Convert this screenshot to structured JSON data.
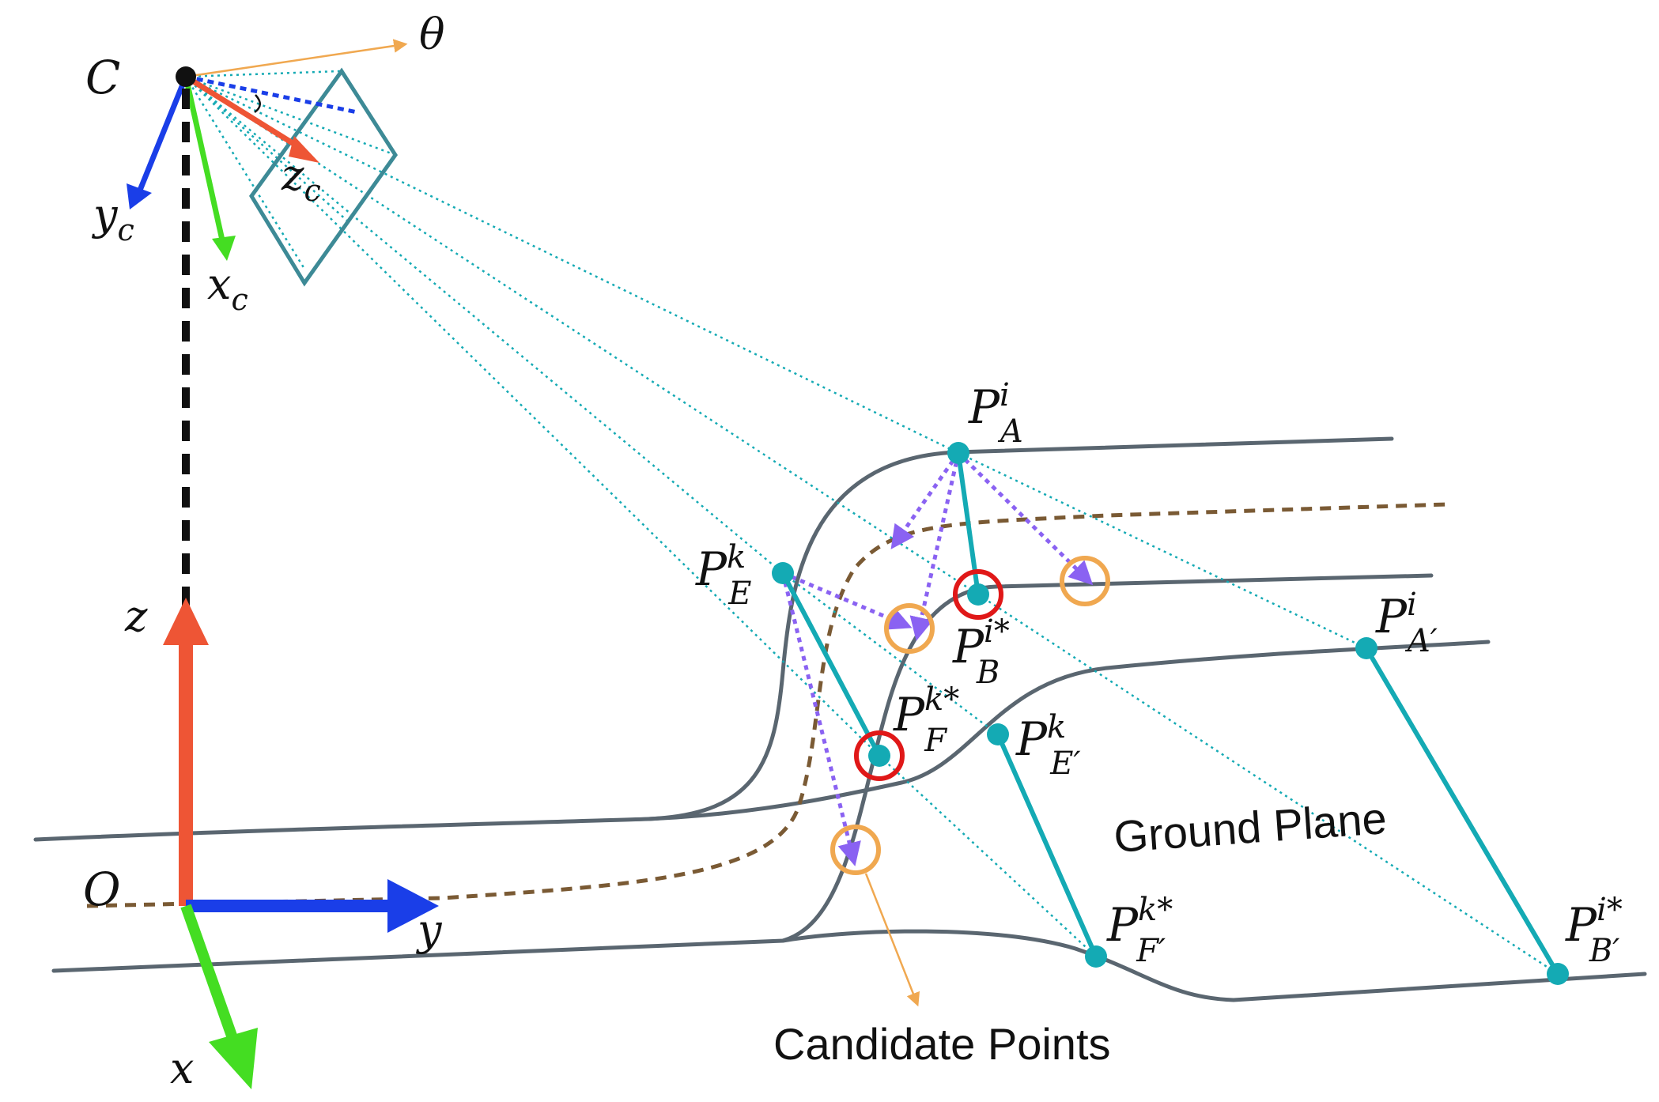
{
  "camera": {
    "label": "C",
    "theta": "θ",
    "axis_y": "y",
    "axis_y_sub": "c",
    "axis_x": "x",
    "axis_x_sub": "c",
    "axis_z": "z",
    "axis_z_sub": "c"
  },
  "world": {
    "origin": "O",
    "axis_z": "z",
    "axis_y": "y",
    "axis_x": "x"
  },
  "points": {
    "A": {
      "base": "P",
      "sup": "i",
      "sub": "A"
    },
    "E": {
      "base": "P",
      "sup": "k",
      "sub": "E"
    },
    "B": {
      "base": "P",
      "sup": "i*",
      "sub": "B"
    },
    "F": {
      "base": "P",
      "sup": "k*",
      "sub": "F"
    },
    "Ap": {
      "base": "P",
      "sup": "i",
      "sub": "A′"
    },
    "Ep": {
      "base": "P",
      "sup": "k",
      "sub": "E′"
    },
    "Fp": {
      "base": "P",
      "sup": "k*",
      "sub": "F′"
    },
    "Bp": {
      "base": "P",
      "sup": "i*",
      "sub": "B′"
    }
  },
  "labels": {
    "ground_plane": "Ground Plane",
    "candidate_points": "Candidate Points"
  },
  "colors": {
    "teal": "#14aab4",
    "frame": "#3d8a96",
    "road": "#5a6670",
    "dashed_road": "#7a5a34",
    "orange_axis": "#ee5535",
    "blue_axis": "#1a3ee8",
    "green_axis": "#44dd22",
    "purple": "#8a62f2",
    "candidate_ring": "#f0a850",
    "selected_ring": "#e01818",
    "theta_line": "#f0a850",
    "black": "#111111"
  }
}
